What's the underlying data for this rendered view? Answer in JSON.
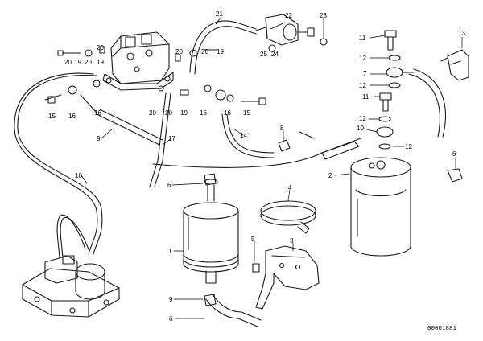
{
  "diagram": {
    "reference_number": "00001881",
    "callouts": [
      "1",
      "2",
      "3",
      "4",
      "5",
      "6",
      "7",
      "8",
      "9",
      "10",
      "11",
      "12",
      "13",
      "14",
      "15",
      "16",
      "17",
      "18",
      "19",
      "20",
      "21",
      "22",
      "23",
      "24",
      "25"
    ],
    "colors": {
      "line": "#1a1a1a",
      "background": "#ffffff"
    }
  }
}
